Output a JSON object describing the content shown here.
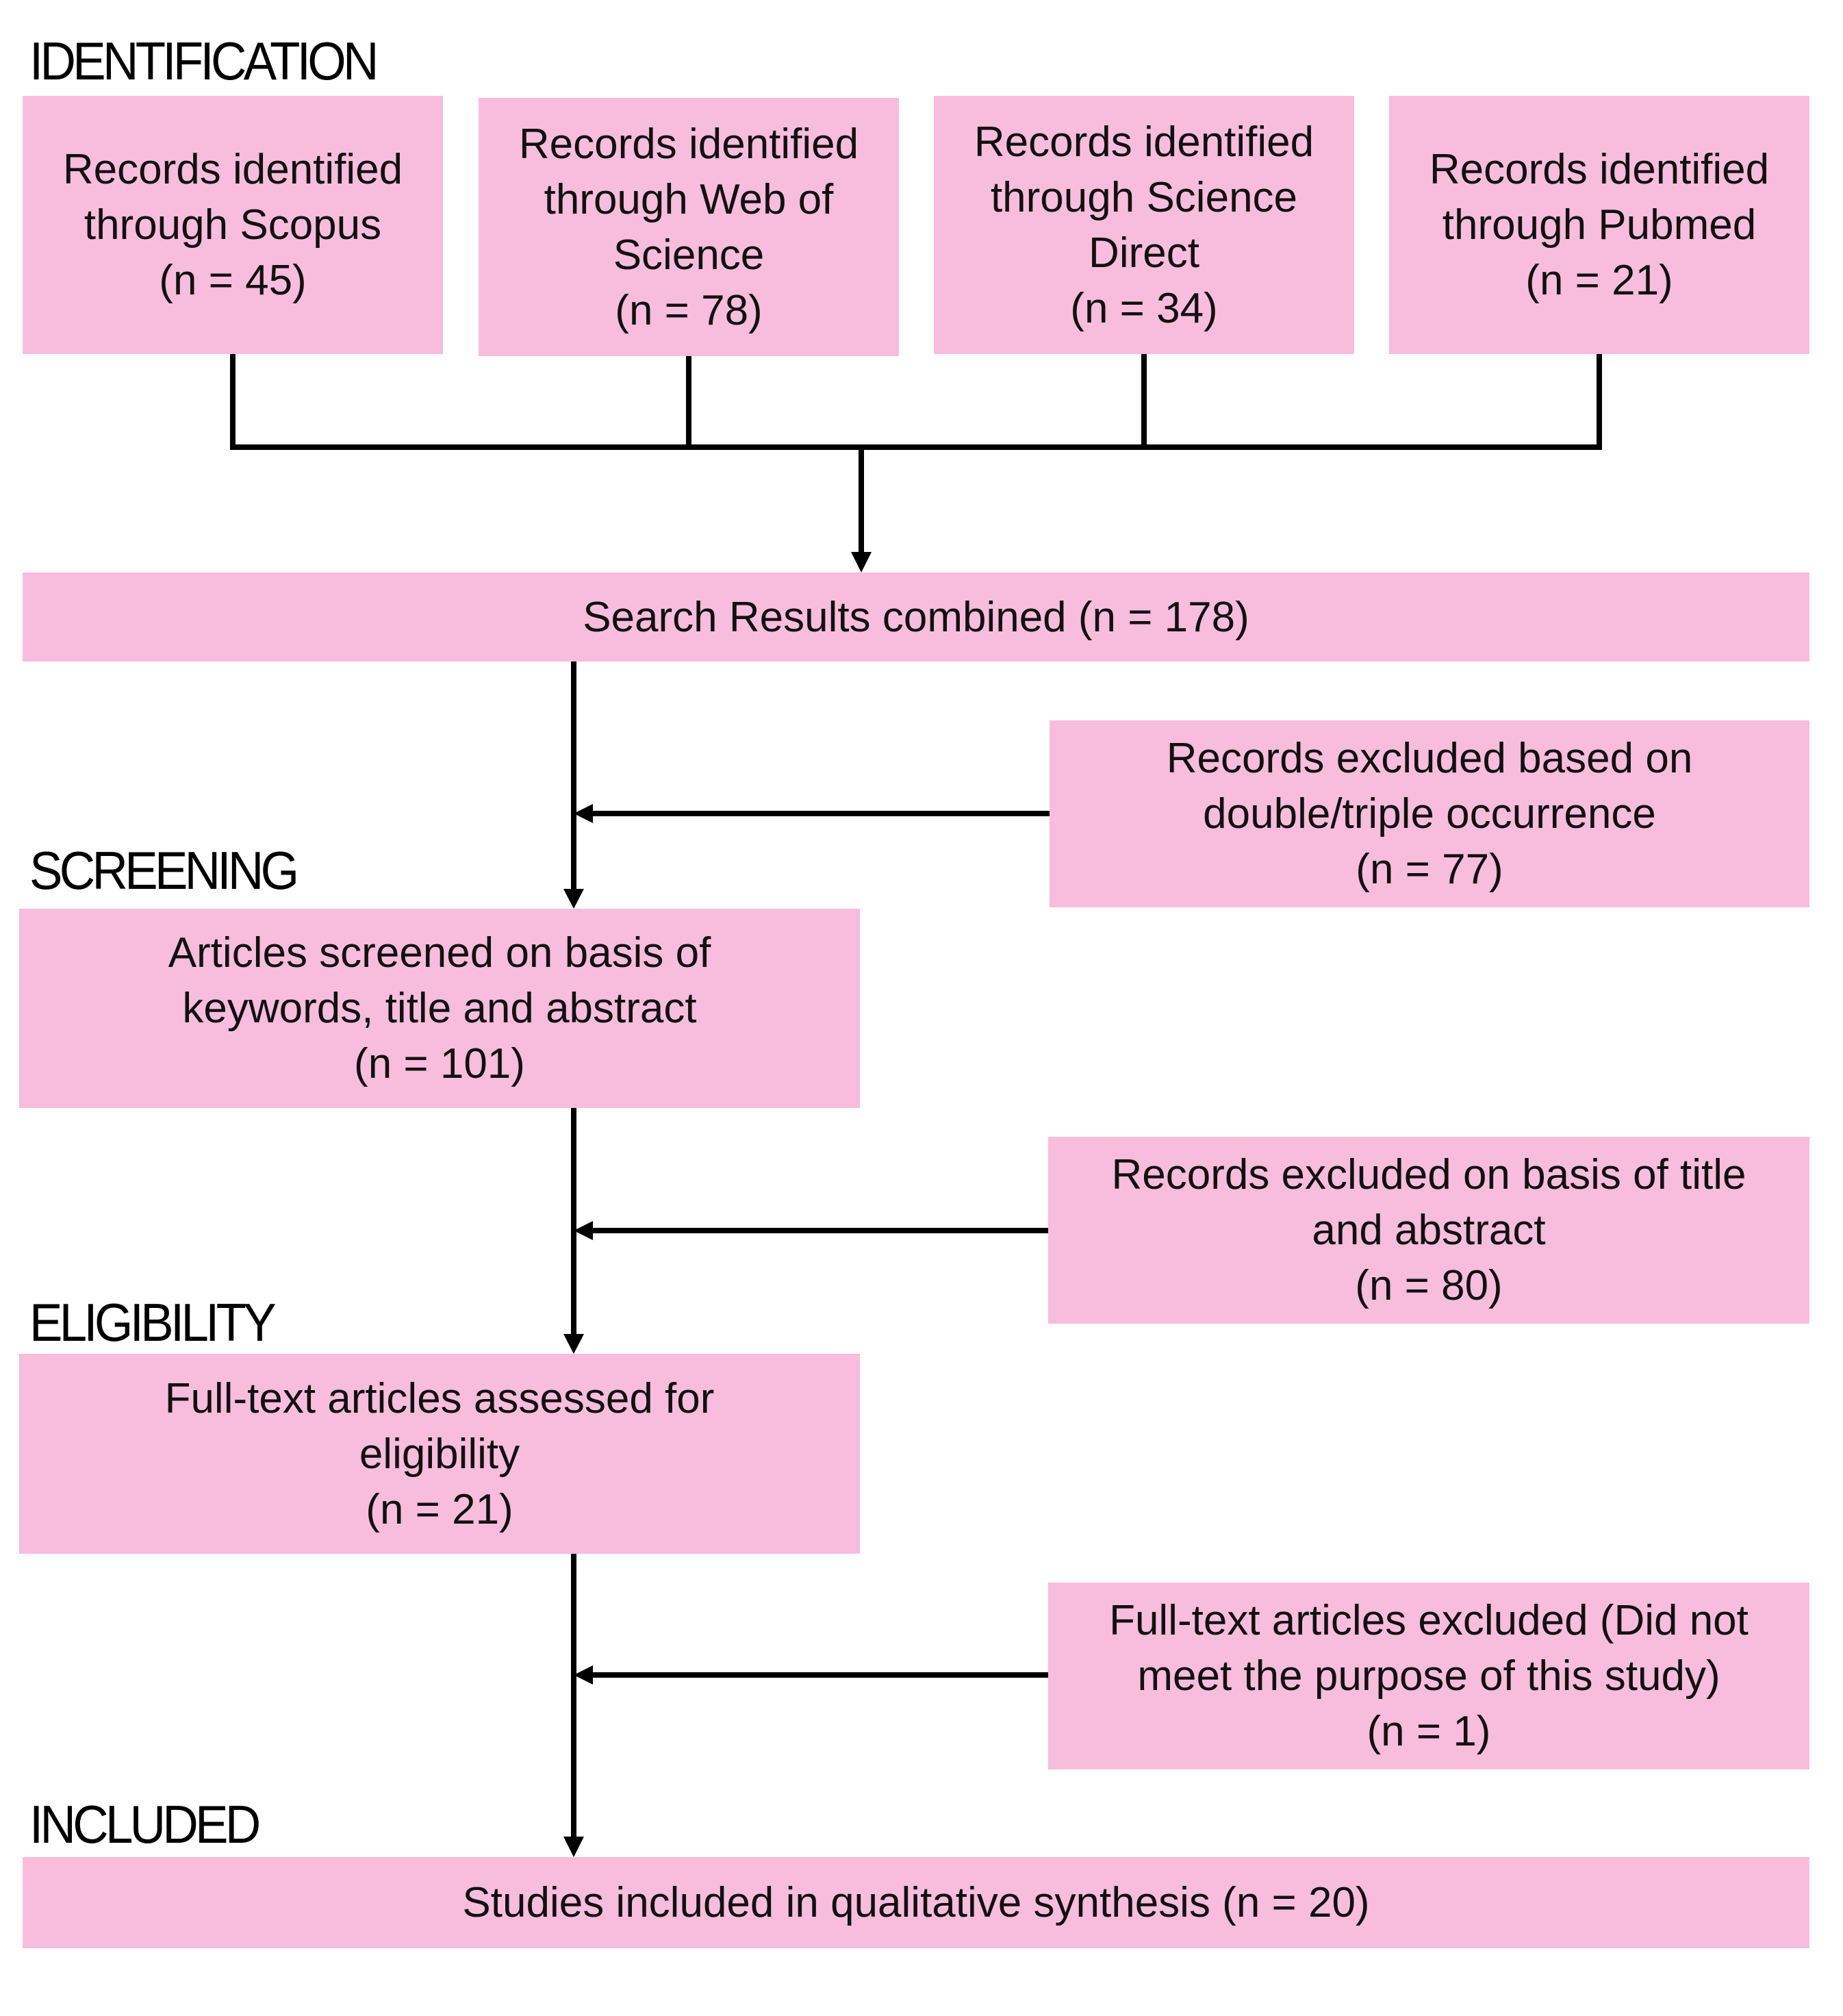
{
  "stages": {
    "identification": "IDENTIFICATION",
    "screening": "SCREENING",
    "eligibility": "ELIGIBILITY",
    "included": "INCLUDED"
  },
  "sources": [
    {
      "lines": [
        "Records identified",
        "through Scopus",
        "(n = 45)"
      ]
    },
    {
      "lines": [
        "Records identified",
        "through Web of",
        "Science",
        "(n = 78)"
      ]
    },
    {
      "lines": [
        "Records identified",
        "through Science",
        "Direct",
        "(n = 34)"
      ]
    },
    {
      "lines": [
        "Records identified",
        "through Pubmed",
        "(n = 21)"
      ]
    }
  ],
  "combined": {
    "lines": [
      "Search Results combined (n = 178)"
    ]
  },
  "excluded_duplicates": {
    "lines": [
      "Records excluded based on",
      "double/triple occurrence",
      "(n = 77)"
    ]
  },
  "screened": {
    "lines": [
      "Articles screened on basis of",
      "keywords, title and abstract",
      "(n = 101)"
    ]
  },
  "excluded_title_abstract": {
    "lines": [
      "Records excluded on basis of title",
      "and abstract",
      "(n = 80)"
    ]
  },
  "fulltext_assessed": {
    "lines": [
      "Full-text articles assessed for",
      "eligibility",
      "(n = 21)"
    ]
  },
  "excluded_fulltext": {
    "lines": [
      "Full-text articles excluded (Did not",
      "meet the purpose of this study)",
      "(n = 1)"
    ]
  },
  "included": {
    "lines": [
      "Studies included in qualitative synthesis (n = 20)"
    ]
  },
  "colors": {
    "box_fill": "#f8bcdd",
    "line": "#000000",
    "text": "#111111"
  }
}
